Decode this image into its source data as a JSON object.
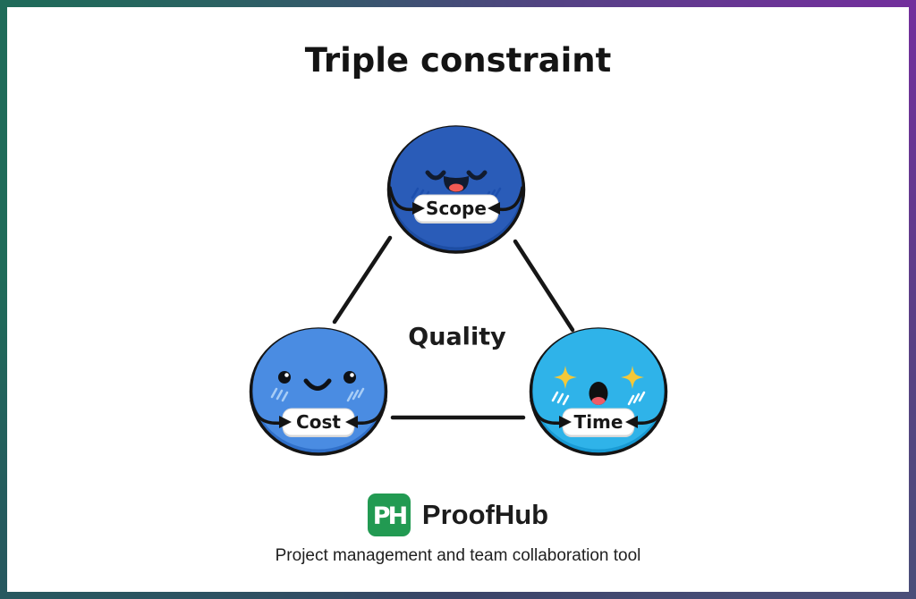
{
  "title": "Triple constraint",
  "center_label": "Quality",
  "nodes": [
    {
      "label": "Scope",
      "body_color": "#2a5cb8",
      "shade_color": "#1d4da3",
      "expression": "content-closed-eyes-laughing"
    },
    {
      "label": "Cost",
      "body_color": "#4a8ce2",
      "shade_color": "#2f6fc9",
      "expression": "smiling-round-eyes"
    },
    {
      "label": "Time",
      "body_color": "#2fb3e9",
      "shade_color": "#189ad4",
      "expression": "excited-sparkle-eyes"
    }
  ],
  "edges": [
    {
      "from": "Scope",
      "to": "Cost"
    },
    {
      "from": "Scope",
      "to": "Time"
    },
    {
      "from": "Cost",
      "to": "Time"
    }
  ],
  "footer": {
    "logo_monogram": "PH",
    "logo_color": "#229a52",
    "brand": "ProofHub",
    "tagline": "Project management and team collaboration tool"
  },
  "frame": {
    "gradient_left": "#1f6b59",
    "gradient_mid": "#454c78",
    "gradient_right": "#722f9c"
  }
}
